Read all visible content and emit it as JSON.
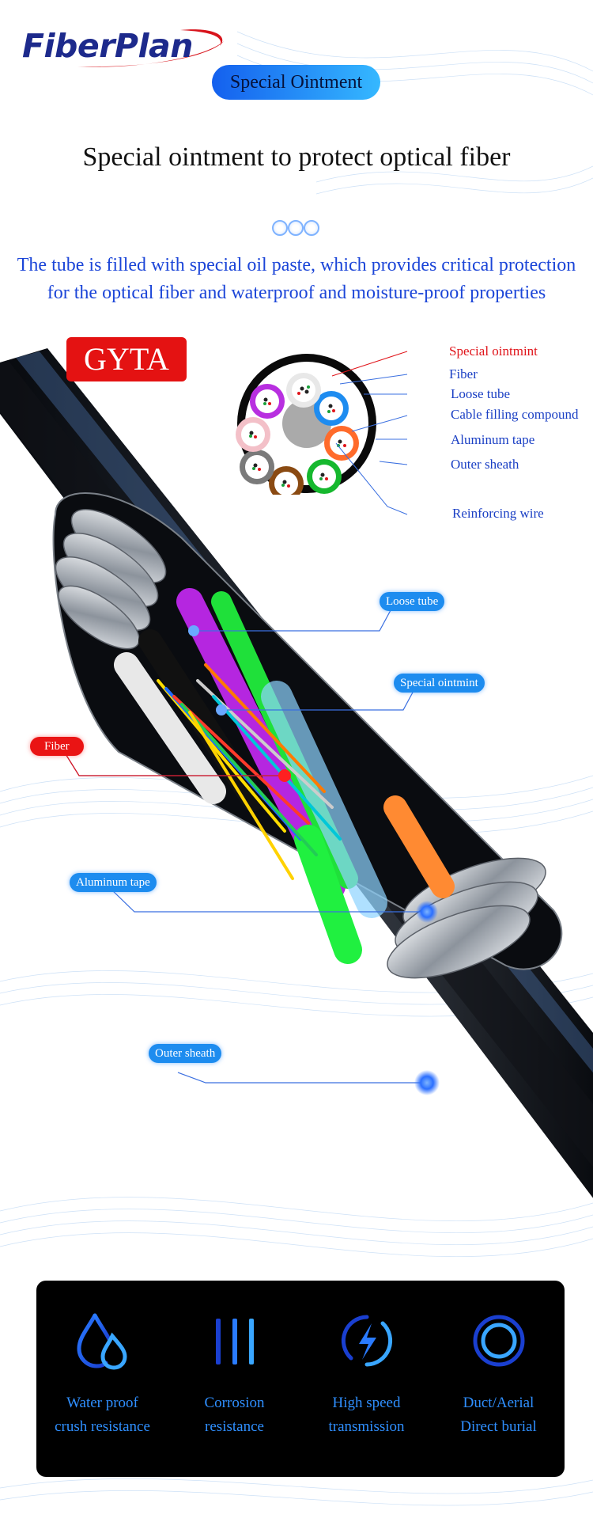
{
  "brand": {
    "logo_text": "FiberPlan"
  },
  "header": {
    "pill_label": "Special Ointment",
    "headline": "Special ointment to protect optical fiber",
    "description_line1": "The tube is filled with special oil paste, which provides critical protection",
    "description_line2": "for the optical fiber and waterproof and moisture-proof properties"
  },
  "model_badge": "GYTA",
  "cross_section_labels": [
    {
      "text": "Special ointmint",
      "color": "#e0141a"
    },
    {
      "text": "Fiber",
      "color": "#1a3fc4"
    },
    {
      "text": "Loose tube",
      "color": "#1a3fc4"
    },
    {
      "text": "Cable filling compound",
      "color": "#1a3fc4"
    },
    {
      "text": "Aluminum tape",
      "color": "#1a3fc4"
    },
    {
      "text": "Outer sheath",
      "color": "#1a3fc4"
    },
    {
      "text": "Reinforcing wire",
      "color": "#1a3fc4"
    }
  ],
  "cable_callouts": [
    {
      "text": "Loose tube",
      "style": "blue"
    },
    {
      "text": "Special ointmint",
      "style": "blue"
    },
    {
      "text": "Fiber",
      "style": "red"
    },
    {
      "text": "Aluminum tape",
      "style": "blue"
    },
    {
      "text": "Outer sheath",
      "style": "blue"
    }
  ],
  "features": [
    {
      "icon": "water-drops-icon",
      "line1": "Water proof",
      "line2": "crush resistance"
    },
    {
      "icon": "corrosion-bars-icon",
      "line1": "Corrosion",
      "line2": "resistance"
    },
    {
      "icon": "lightning-bolt-icon",
      "line1": "High speed",
      "line2": "transmission"
    },
    {
      "icon": "concentric-rings-icon",
      "line1": "Duct/Aerial",
      "line2": "Direct burial"
    }
  ],
  "colors": {
    "accent_blue": "#1d8cef",
    "accent_red": "#e41212",
    "text_blue": "#1b45d8",
    "feature_panel": "#000000"
  }
}
